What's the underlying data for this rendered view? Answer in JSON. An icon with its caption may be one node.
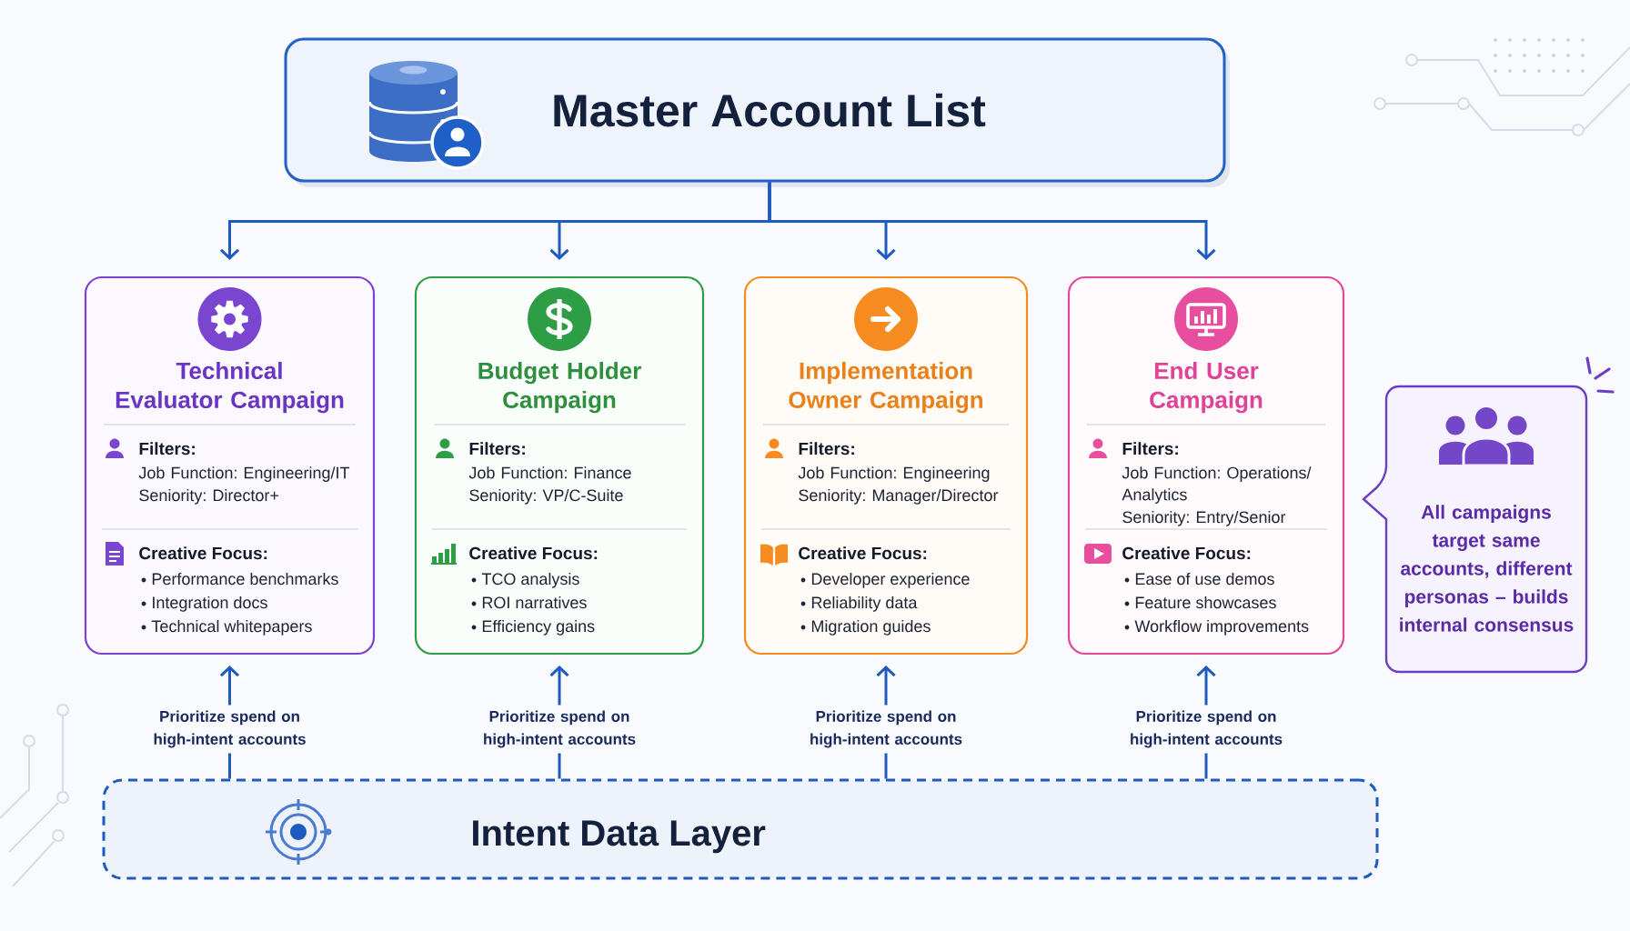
{
  "diagram": {
    "nodes": [
      {
        "text": [
          "Master Account List"
        ]
      },
      {
        "text": [
          "Technical Evaluator Campaign",
          "Filters:",
          "Job Function: Engineering/IT",
          "Seniority: Director+",
          "Creative Focus:",
          "Performance benchmarks",
          "Integration docs",
          "Technical whitepapers"
        ]
      },
      {
        "text": [
          "Budget Holder Campaign",
          "Filters:",
          "Job Function: Finance",
          "Seniority: VP/C-Suite",
          "Creative Focus:",
          "TCO analysis",
          "ROI narratives",
          "Efficiency gains"
        ]
      },
      {
        "text": [
          "Implementation Owner Campaign",
          "Filters:",
          "Job Function: Engineering",
          "Seniority: Manager/Director",
          "Creative Focus:",
          "Developer experience",
          "Reliability data",
          "Migration guides"
        ]
      },
      {
        "text": [
          "End User Campaign",
          "Filters:",
          "Job Function: Operations/ Analytics",
          "Seniority: Entry/Senior",
          "Creative Focus:",
          "Ease of use demos",
          "Feature showcases",
          "Workflow improvements"
        ]
      },
      {
        "text": [
          "All campaigns target same accounts, different personas – builds internal consensus"
        ]
      },
      {
        "text": [
          "Intent Data Layer"
        ]
      }
    ],
    "edges": [
      {
        "from": 0,
        "to": 1,
        "arrow": "to"
      },
      {
        "from": 0,
        "to": 2,
        "arrow": "to"
      },
      {
        "from": 0,
        "to": 3,
        "arrow": "to"
      },
      {
        "from": 0,
        "to": 4,
        "arrow": "to"
      },
      {
        "from": 6,
        "to": 1,
        "arrow": "to",
        "label": "Prioritize spend on high-intent accounts"
      },
      {
        "from": 6,
        "to": 2,
        "arrow": "to",
        "label": "Prioritize spend on high-intent accounts"
      },
      {
        "from": 6,
        "to": 3,
        "arrow": "to",
        "label": "Prioritize spend on high-intent accounts"
      },
      {
        "from": 6,
        "to": 4,
        "arrow": "to",
        "label": "Prioritize spend on high-intent accounts"
      }
    ]
  }
}
